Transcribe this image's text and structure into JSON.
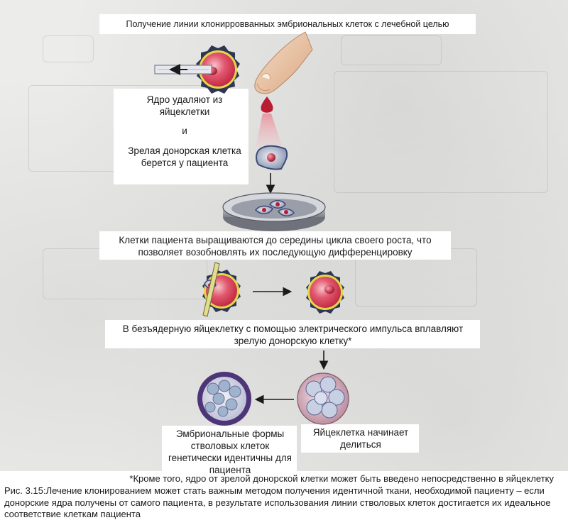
{
  "title": "Получение линии клонирровванных эмбриональных клеток с лечебной целью",
  "steps": {
    "nucleus_removed": "Ядро удаляют из яйцеклетки",
    "and": "и",
    "donor_cell": "Зрелая донорская клетка берется у пациента",
    "culture": "Клетки пациента выращиваются до середины цикла своего роста, что позволяет возобновлять их последующую дифференцировку",
    "fusion": "В безъядерную яйцеклетку с помощью электрического импульса вплавляют зрелую донорскую клетку*",
    "division": "Яйцеклетка начинает делиться",
    "stem_cells": "Эмбриональные формы стволовых клеток генетически идентичны для пациента"
  },
  "footnote": "*Кроме того, ядро от зрелой донорской клетки может быть введено непосредственно в яйцеклетку",
  "caption": "Рис. 3.15:Лечение клонированием может стать важным методом получения идентичной ткани, необходимой пациенту – если донорские ядра получены от самого пациента, в результате использования линии стволовых клеток достигается их идеальное соответствие клеткам пациента",
  "colors": {
    "egg": "#d83a52",
    "egg_halo": "#e2d94a",
    "nucleus": "#b81d33",
    "blob_spikes": "#3c4a78",
    "embryo_cells": "#d2a9b4",
    "stem_ring": "#5a3a8a",
    "stem_cells": "#9fb3cf"
  }
}
